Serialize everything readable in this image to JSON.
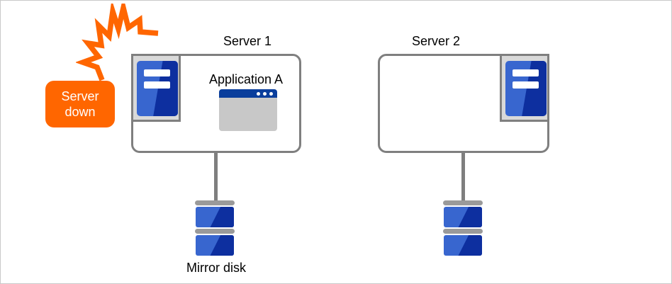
{
  "badge": {
    "line1": "Server",
    "line2": "down",
    "bg_color": "#ff6600",
    "text_color": "#ffffff"
  },
  "server1": {
    "label": "Server 1",
    "app_label": "Application A"
  },
  "server2": {
    "label": "Server 2"
  },
  "mirror_disk": {
    "label": "Mirror disk"
  },
  "colors": {
    "accent_orange": "#ff6600",
    "outline_gray": "#7f7f7f",
    "chip_bg_gray": "#d9d9d9",
    "server_blue_light": "#3866cf",
    "server_blue_dark": "#0d2f9f",
    "window_title_blue": "#0a3e9c",
    "window_body_gray": "#c8c8c8",
    "disk_cap_gray": "#9a9a9a",
    "canvas_border_gray": "#c9c9c9"
  },
  "icons": {
    "explosion-icon": "orange jagged shock burst",
    "server-icon": "blue tower server with two white slots",
    "application-window-icon": "window with blue title bar and three dots",
    "mirror-disk-icon": "two stacked blue disk platters with gray caps"
  }
}
